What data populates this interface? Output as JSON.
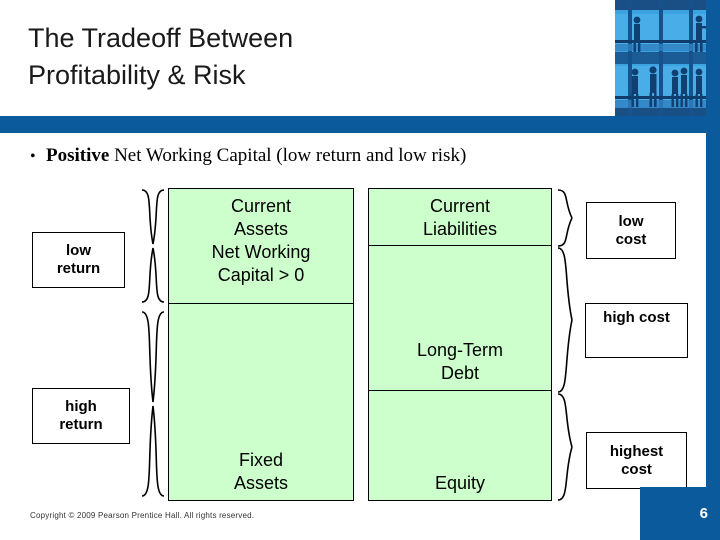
{
  "slide": {
    "title_lines": [
      "The Tradeoff Between",
      "Profitability & Risk"
    ],
    "accent_color": "#0a5a9c",
    "box_fill_color": "#ccffcc"
  },
  "bullet": {
    "marker": "•",
    "bold_lead": "Positive",
    "rest": " Net Working Capital (low return and low risk)"
  },
  "diagram": {
    "left_labels": [
      {
        "name": "low-return",
        "text": "low\nreturn"
      },
      {
        "name": "high-return",
        "text": "high\nreturn"
      }
    ],
    "assets_column": [
      {
        "name": "current-assets",
        "text": "Current\nAssets\nNet Working\nCapital > 0"
      },
      {
        "name": "fixed-assets",
        "text": "Fixed\nAssets"
      }
    ],
    "liabilities_column": [
      {
        "name": "current-liabilities",
        "text": "Current\nLiabilities"
      },
      {
        "name": "long-term-debt",
        "text": "Long-Term\nDebt"
      },
      {
        "name": "equity",
        "text": "Equity"
      }
    ],
    "right_labels": [
      {
        "name": "low-cost",
        "text": "low\ncost"
      },
      {
        "name": "high-cost",
        "text": "high cost"
      },
      {
        "name": "highest-cost",
        "text": "highest\ncost"
      }
    ]
  },
  "footer": {
    "copyright": "Copyright © 2009 Pearson Prentice Hall. All rights reserved.",
    "page_number": "6"
  }
}
